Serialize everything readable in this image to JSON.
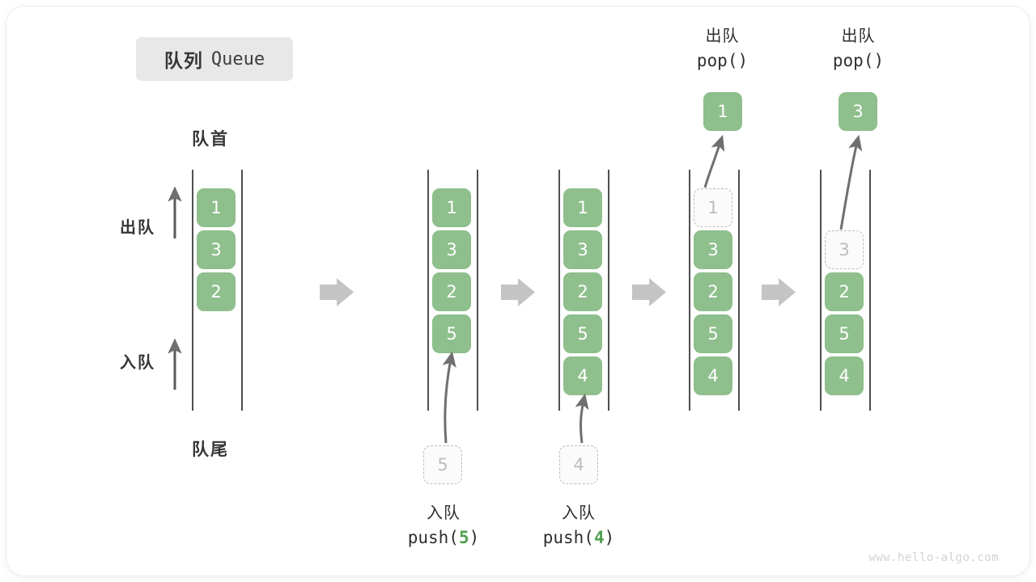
{
  "title": {
    "cn": "队列",
    "en": "Queue"
  },
  "labels": {
    "front": "队首",
    "rear": "队尾",
    "dequeue": "出队",
    "enqueue": "入队"
  },
  "colors": {
    "cell_green": "#8ebf8c",
    "ghost_gray": "#bdbdbd",
    "arrow_gray": "#6f6f6f",
    "step_arrow_gray": "#c4c4c4",
    "badge_bg": "#e8e8e8",
    "text_dark": "#2f2f2f",
    "accent_green_text": "#52a052"
  },
  "columns": [
    {
      "id": "state-initial",
      "cells": [
        "1",
        "3",
        "2",
        "",
        ""
      ],
      "ghost_index": -1
    },
    {
      "id": "state-after-push-5",
      "cells": [
        "1",
        "3",
        "2",
        "5",
        ""
      ],
      "ghost_index": -1,
      "incoming": {
        "value": "5",
        "caption_cn": "入队",
        "caption_code_prefix": "push(",
        "caption_code_num": "5",
        "caption_code_suffix": ")"
      }
    },
    {
      "id": "state-after-push-4",
      "cells": [
        "1",
        "3",
        "2",
        "5",
        "4"
      ],
      "ghost_index": -1,
      "incoming": {
        "value": "4",
        "caption_cn": "入队",
        "caption_code_prefix": "push(",
        "caption_code_num": "4",
        "caption_code_suffix": ")"
      }
    },
    {
      "id": "state-after-pop-1",
      "cells": [
        "1",
        "3",
        "2",
        "5",
        "4"
      ],
      "ghost_index": 0,
      "outgoing": {
        "value": "1",
        "caption_cn": "出队",
        "caption_code": "pop()"
      }
    },
    {
      "id": "state-after-pop-3",
      "cells": [
        "",
        "3",
        "2",
        "5",
        "4"
      ],
      "ghost_index": 1,
      "outgoing": {
        "value": "3",
        "caption_cn": "出队",
        "caption_code": "pop()"
      }
    }
  ],
  "watermark": "www.hello-algo.com"
}
